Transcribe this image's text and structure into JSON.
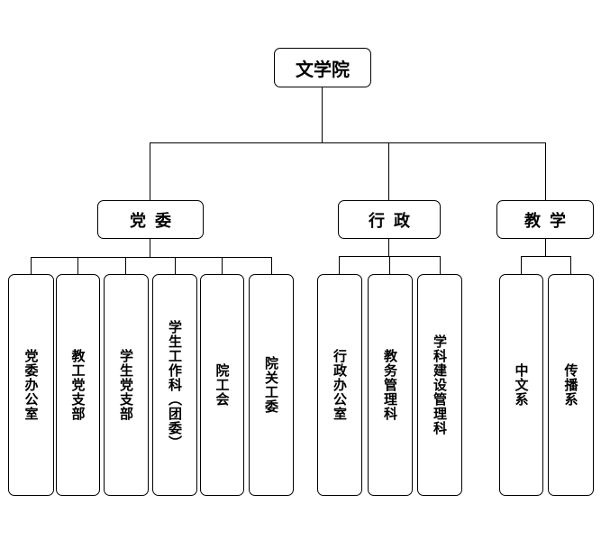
{
  "root": {
    "label": "文学院"
  },
  "departments": [
    {
      "label": "党委",
      "units": [
        "党委办公室",
        "教工党支部",
        "学生党支部",
        "学生工作科（团委）",
        "院工会",
        "院关工委"
      ]
    },
    {
      "label": "行政",
      "units": [
        "行政办公室",
        "教务管理科",
        "学科建设管理科"
      ]
    },
    {
      "label": "教学",
      "units": [
        "中文系",
        "传播系"
      ]
    }
  ]
}
